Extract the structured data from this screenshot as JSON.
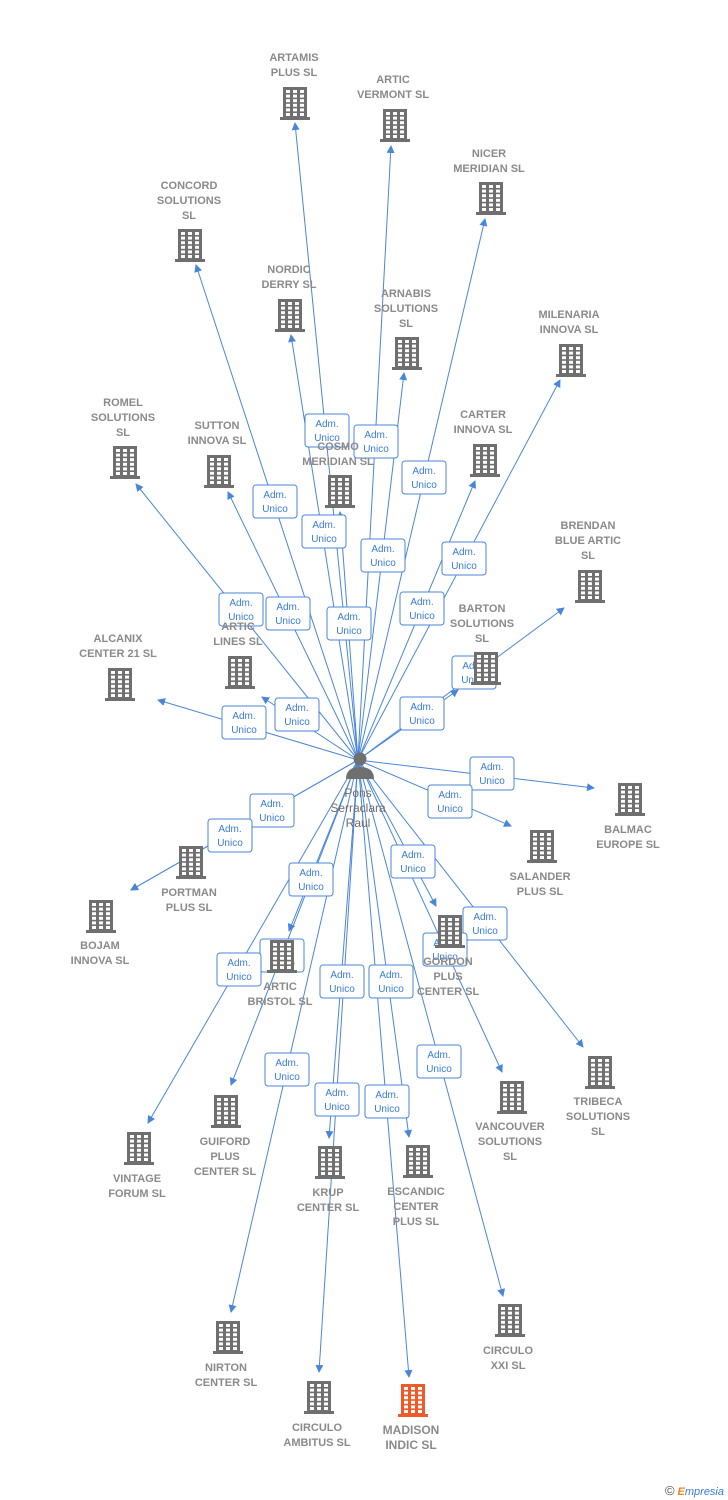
{
  "colors": {
    "edge": "#4a86d8",
    "icon": "#6f6f6f",
    "focus": "#f05a28",
    "badge_border": "#4a86d8"
  },
  "person": {
    "lines": [
      "Pons",
      "Serraclara",
      "Raul"
    ],
    "icon": "person-icon"
  },
  "footer": {
    "symbol": "©",
    "brand_first": "E",
    "brand_rest": "mpresia"
  },
  "nodes": [
    {
      "id": "artamis",
      "lines": [
        "ARTAMIS",
        "PLUS SL"
      ]
    },
    {
      "id": "artic_v",
      "lines": [
        "ARTIC",
        "VERMONT  SL"
      ]
    },
    {
      "id": "nicer",
      "lines": [
        "NICER",
        "MERIDIAN  SL"
      ]
    },
    {
      "id": "concord",
      "lines": [
        "CONCORD",
        "SOLUTIONS",
        "SL"
      ]
    },
    {
      "id": "nordic",
      "lines": [
        "NORDIC",
        "DERRY  SL"
      ]
    },
    {
      "id": "arnabis",
      "lines": [
        "ARNABIS",
        "SOLUTIONS",
        "SL"
      ]
    },
    {
      "id": "milenaria",
      "lines": [
        "MILENARIA",
        "INNOVA SL"
      ]
    },
    {
      "id": "romel",
      "lines": [
        "ROMEL",
        "SOLUTIONS",
        "SL"
      ]
    },
    {
      "id": "sutton",
      "lines": [
        "SUTTON",
        "INNOVA SL"
      ]
    },
    {
      "id": "cosmo",
      "lines": [
        "COSMO",
        "MERIDIAN  SL"
      ]
    },
    {
      "id": "carter",
      "lines": [
        "CARTER",
        "INNOVA SL"
      ]
    },
    {
      "id": "brendan",
      "lines": [
        "BRENDAN",
        "BLUE ARTIC",
        "SL"
      ]
    },
    {
      "id": "barton",
      "lines": [
        "BARTON",
        "SOLUTIONS",
        "SL"
      ]
    },
    {
      "id": "alcanix",
      "lines": [
        "ALCANIX",
        "CENTER 21 SL"
      ]
    },
    {
      "id": "artic_l",
      "lines": [
        "ARTIC",
        "LINES SL"
      ]
    },
    {
      "id": "balmac",
      "lines": [
        "BALMAC",
        "EUROPE SL"
      ]
    },
    {
      "id": "salander",
      "lines": [
        "SALANDER",
        "PLUS SL"
      ]
    },
    {
      "id": "portman",
      "lines": [
        "PORTMAN",
        "PLUS SL"
      ]
    },
    {
      "id": "bojam",
      "lines": [
        "BOJAM",
        "INNOVA  SL"
      ]
    },
    {
      "id": "gordon",
      "lines": [
        "GORDON",
        "PLUS",
        "CENTER SL"
      ]
    },
    {
      "id": "artic_b",
      "lines": [
        "ARTIC",
        "BRISTOL  SL"
      ]
    },
    {
      "id": "tribeca",
      "lines": [
        "TRIBECA",
        "SOLUTIONS",
        "SL"
      ]
    },
    {
      "id": "vancouver",
      "lines": [
        "VANCOUVER",
        "SOLUTIONS",
        "SL"
      ]
    },
    {
      "id": "guiford",
      "lines": [
        "GUIFORD",
        "PLUS",
        "CENTER SL"
      ]
    },
    {
      "id": "vintage",
      "lines": [
        "VINTAGE",
        "FORUM SL"
      ]
    },
    {
      "id": "krup",
      "lines": [
        "KRUP",
        "CENTER SL"
      ]
    },
    {
      "id": "escandic",
      "lines": [
        "ESCANDIC",
        "CENTER",
        "PLUS SL"
      ]
    },
    {
      "id": "nirton",
      "lines": [
        "NIRTON",
        "CENTER SL"
      ]
    },
    {
      "id": "circulo_x",
      "lines": [
        "CIRCULO",
        "XXI SL"
      ]
    },
    {
      "id": "circulo_a",
      "lines": [
        "CIRCULO",
        "AMBITUS SL"
      ]
    },
    {
      "id": "madison",
      "lines": [
        "MADISON",
        "INDIC  SL"
      ],
      "focus": true
    }
  ],
  "edge_label": [
    "Adm.",
    "Unico"
  ]
}
